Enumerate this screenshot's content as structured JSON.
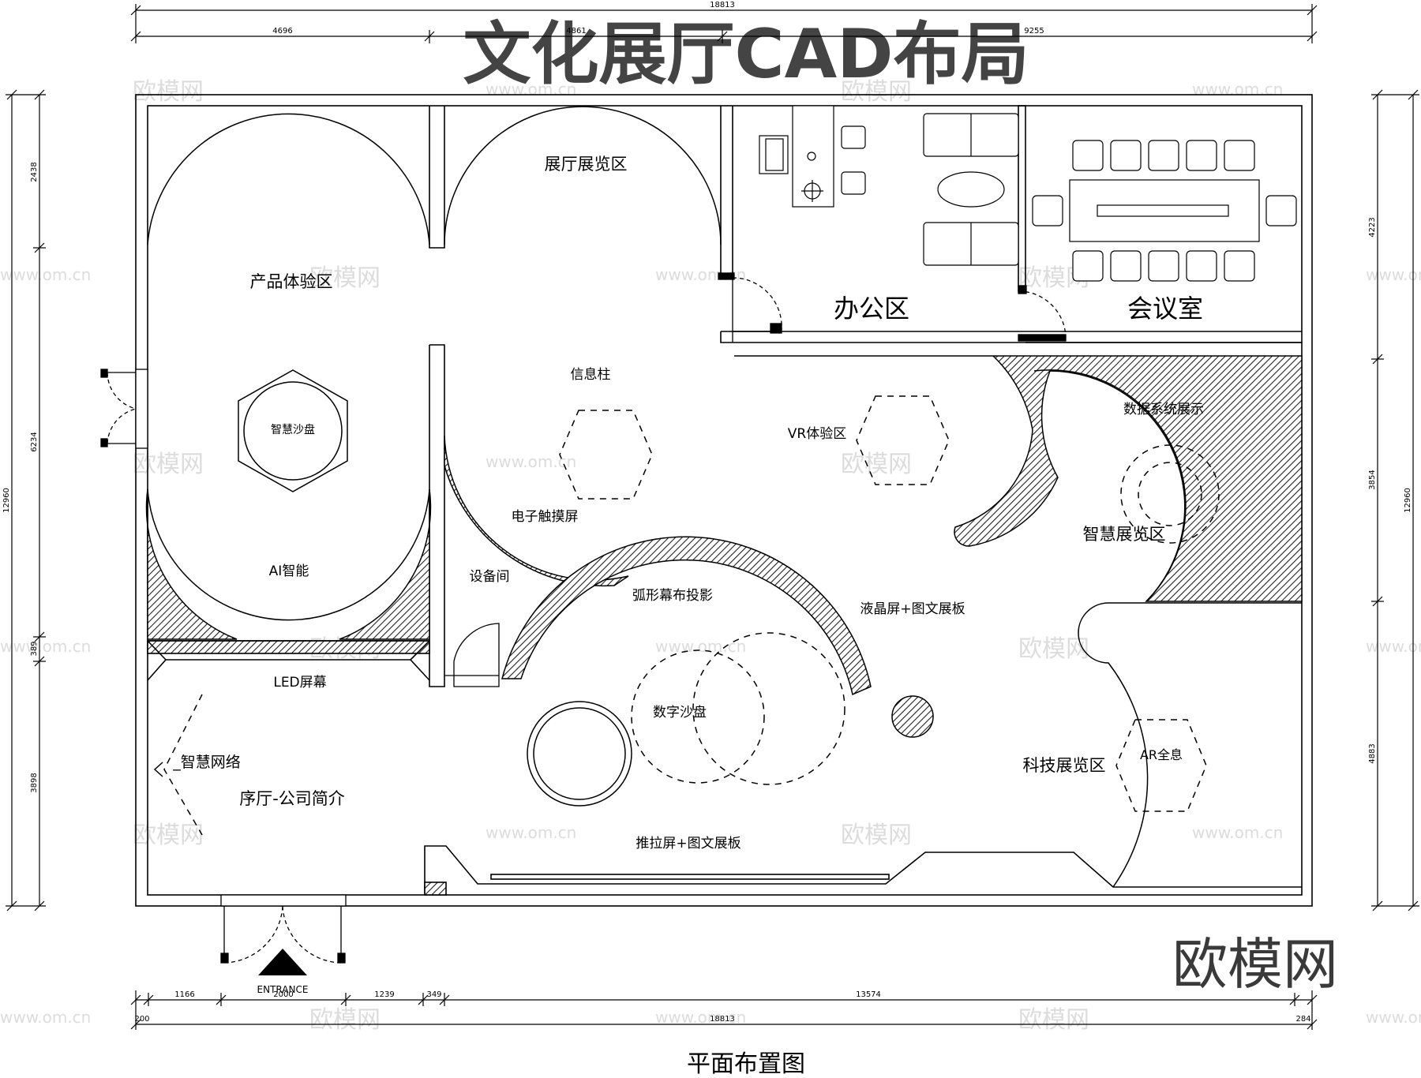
{
  "title": "文化展厅CAD布局",
  "caption": "平面布置图",
  "brand": "欧模网",
  "watermark": {
    "logo": "欧模网",
    "url": "www.om.cn"
  },
  "entrance_label": "ENTRANCE",
  "zones": {
    "product_experience": "产品体验区",
    "hall_exhibition": "展厅展览区",
    "office": "办公区",
    "meeting_room": "会议室",
    "info_pillar": "信息柱",
    "smart_sandtable": "智慧沙盘",
    "vr_experience": "VR体验区",
    "data_system": "数据系统展示",
    "touch_screen": "电子触摸屏",
    "smart_exhibition": "智慧展览区",
    "ai_smart": "AI智能",
    "equipment_room": "设备间",
    "arc_projection": "弧形幕布投影",
    "lcd_panels": "液晶屏+图文展板",
    "led_screen": "LED屏幕",
    "digital_sandtable": "数字沙盘",
    "smart_network": "_智慧网络",
    "lobby": "序厅-公司简介",
    "tech_exhibition": "科技展览区",
    "ar_hologram": "AR全息",
    "sliding_screen": "推拉屏+图文展板"
  },
  "dimensions": {
    "top_total": "18813",
    "top_seg1": "4696",
    "top_seg2": "4861",
    "top_seg3": "9255",
    "left_seg1": "2438",
    "left_seg2": "6234",
    "left_seg3": "389",
    "left_seg4": "3898",
    "left_total": "12960",
    "right_seg1": "4223",
    "right_seg2": "3854",
    "right_seg3": "4883",
    "right_total": "12960",
    "bottom_seg0": "200",
    "bottom_seg1": "1166",
    "bottom_seg2": "2000",
    "bottom_seg3": "1239",
    "bottom_seg4": "349",
    "bottom_seg5": "13574",
    "bottom_seg6": "284",
    "bottom_total": "18813"
  }
}
